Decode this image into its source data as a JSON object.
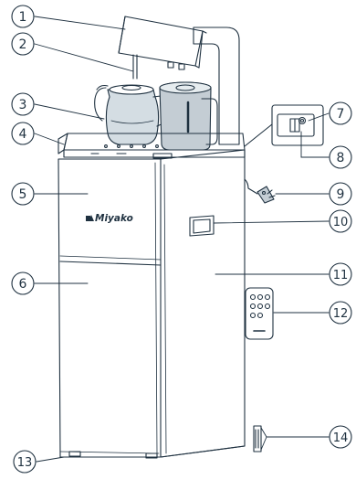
{
  "brand": {
    "logo_text": "Miyako"
  },
  "callouts": [
    {
      "number": "1"
    },
    {
      "number": "2"
    },
    {
      "number": "3"
    },
    {
      "number": "4"
    },
    {
      "number": "5"
    },
    {
      "number": "6"
    },
    {
      "number": "7"
    },
    {
      "number": "8"
    },
    {
      "number": "9"
    },
    {
      "number": "10"
    },
    {
      "number": "11"
    },
    {
      "number": "12"
    },
    {
      "number": "13"
    },
    {
      "number": "14"
    }
  ],
  "colors": {
    "line": "#1f3140",
    "kettle_fill": "#c4cdd4",
    "jug_fill": "#d4dde3",
    "background": "#ffffff"
  }
}
